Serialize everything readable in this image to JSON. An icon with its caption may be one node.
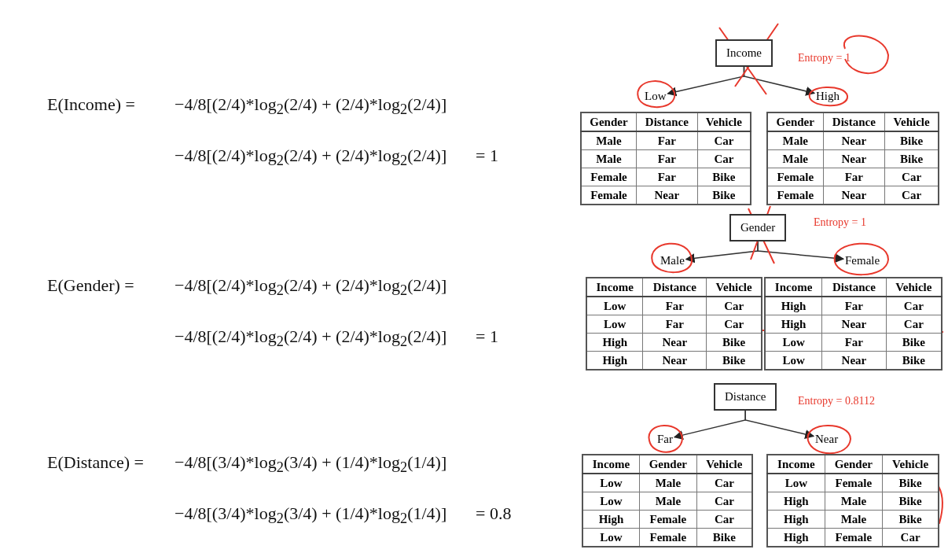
{
  "diagram": {
    "nodes": [
      {
        "text": [
          "Income"
        ],
        "beside": [
          "Entropy = 1"
        ]
      },
      {
        "text": [
          "Low"
        ]
      },
      {
        "text": [
          "High"
        ]
      },
      {
        "text": [
          "Gender"
        ],
        "beside": [
          "Entropy = 1"
        ]
      },
      {
        "text": [
          "Male"
        ]
      },
      {
        "text": [
          "Female"
        ]
      },
      {
        "text": [
          "Distance"
        ],
        "beside": [
          "Entropy = 0.8112"
        ]
      },
      {
        "text": [
          "Far"
        ]
      },
      {
        "text": [
          "Near"
        ]
      }
    ],
    "edges": [
      {
        "from": 0,
        "to": 1,
        "arrow": "to"
      },
      {
        "from": 0,
        "to": 2,
        "arrow": "to"
      },
      {
        "from": 3,
        "to": 4,
        "arrow": "to"
      },
      {
        "from": 3,
        "to": 5,
        "arrow": "to"
      },
      {
        "from": 6,
        "to": 7,
        "arrow": "to"
      },
      {
        "from": 6,
        "to": 8,
        "arrow": "to"
      }
    ],
    "labels": [
      "E(Income) =",
      "−4/8[(2/4)*log$_{2}$(2/4) + (2/4)*log$_{2}$(2/4)]",
      "−4/8[(2/4)*log$_{2}$(2/4) + (2/4)*log$_{2}$(2/4)]",
      "= 1",
      "E(Gender) =",
      "−4/8[(2/4)*log$_{2}$(2/4) + (2/4)*log$_{2}$(2/4)]",
      "−4/8[(2/4)*log$_{2}$(2/4) + (2/4)*log$_{2}$(2/4)]",
      "= 1",
      "E(Distance) =",
      "−4/8[(3/4)*log$_{2}$(3/4) + (1/4)*log$_{2}$(1/4)]",
      "−4/8[(3/4)*log$_{2}$(3/4) + (1/4)*log$_{2}$(1/4)]",
      "= 0.8",
      "Gender",
      "Distance",
      "Vehicle",
      "Male",
      "Far",
      "Car",
      "Male",
      "Far",
      "Car",
      "Female",
      "Far",
      "Bike",
      "Female",
      "Near",
      "Bike",
      "Gender",
      "Distance",
      "Vehicle",
      "Male",
      "Near",
      "Bike",
      "Male",
      "Near",
      "Bike",
      "Female",
      "Far",
      "Car",
      "Female",
      "Near",
      "Car",
      "Income",
      "Distance",
      "Vehicle",
      "Low",
      "Far",
      "Car",
      "Low",
      "Far",
      "Car",
      "High",
      "Near",
      "Bike",
      "High",
      "Near",
      "Bike",
      "Income",
      "Distance",
      "Vehicle",
      "High",
      "Far",
      "Car",
      "High",
      "Near",
      "Car",
      "Low",
      "Far",
      "Bike",
      "Low",
      "Near",
      "Bike",
      "Income",
      "Gender",
      "Vehicle",
      "Low",
      "Male",
      "Car",
      "Low",
      "Male",
      "Car",
      "High",
      "Female",
      "Car",
      "Low",
      "Female",
      "Bike",
      "Income",
      "Gender",
      "Vehicle",
      "Low",
      "Female",
      "Bike",
      "High",
      "Male",
      "Bike",
      "High",
      "Male",
      "Bike",
      "High",
      "Female",
      "Car"
    ]
  }
}
